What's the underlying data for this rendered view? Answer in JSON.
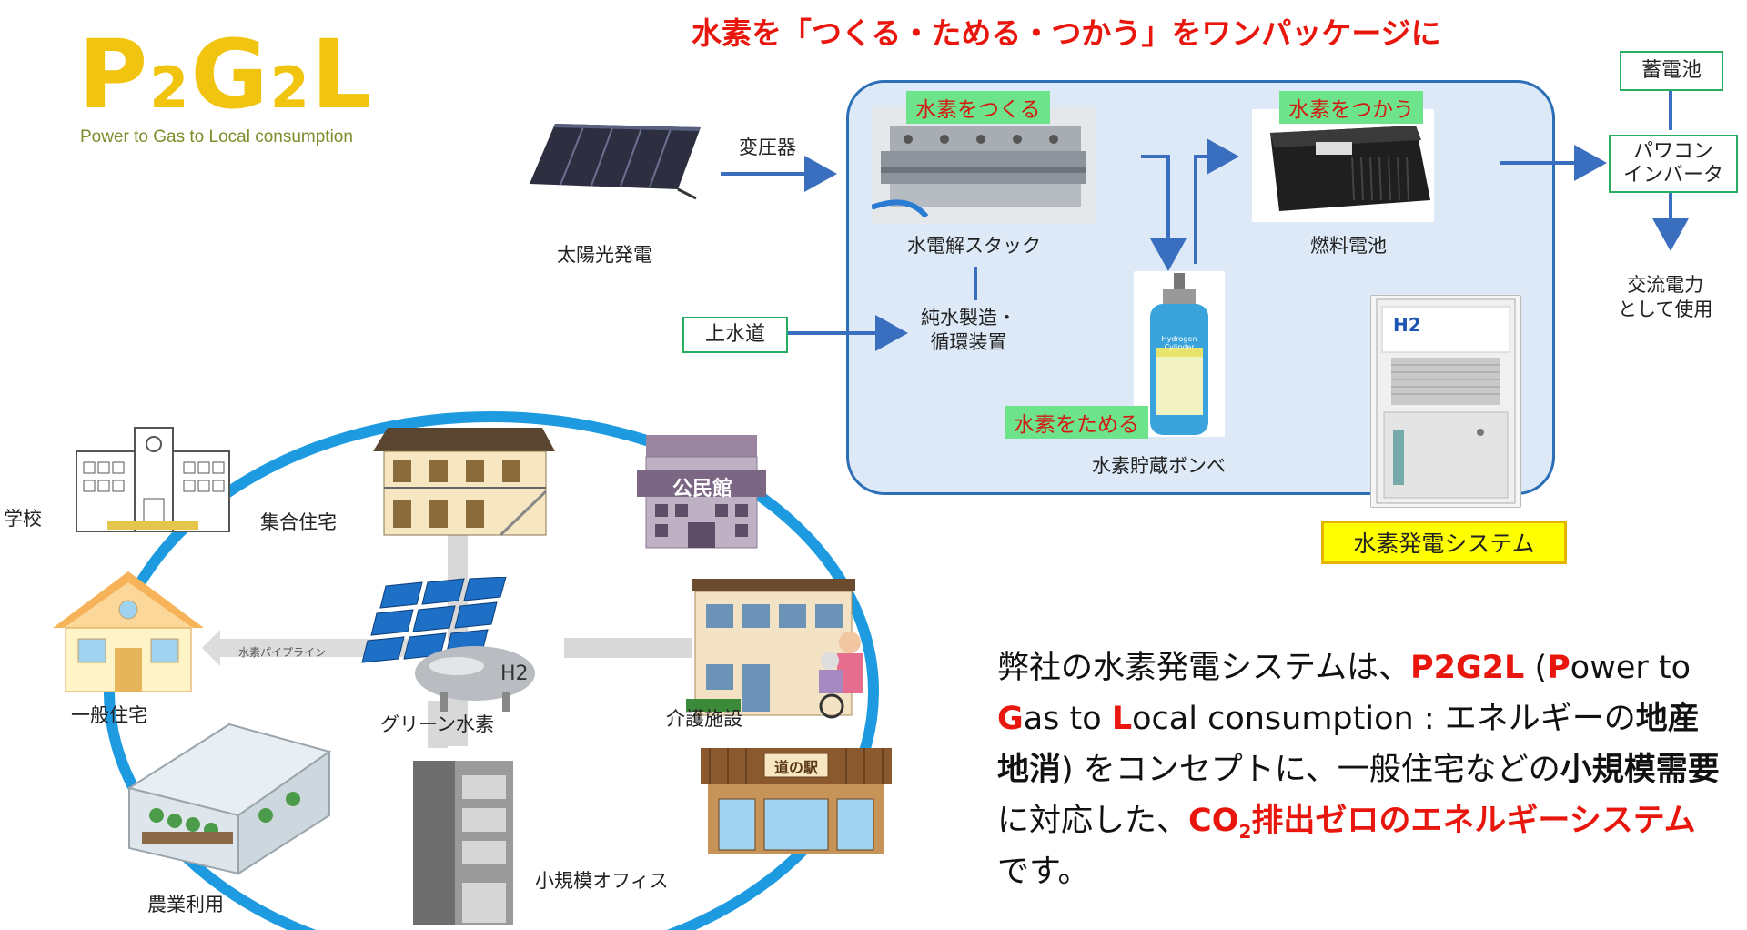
{
  "logo": {
    "main_p": "P",
    "main_2a": "2",
    "main_g": "G",
    "main_2b": "2",
    "main_l": "L",
    "tagline": "Power to Gas to Local consumption"
  },
  "headline": "水素を「つくる・ためる・つかう」をワンパッケージに",
  "top_flow": {
    "solar_label": "太陽光発電",
    "transformer_label": "変圧器",
    "tap_water": "上水道",
    "pure_water_line1": "純水製造・",
    "pure_water_line2": "循環装置",
    "electrolysis_tag": "水素をつくる",
    "electrolysis_label": "水電解スタック",
    "store_tag": "水素をためる",
    "tank_label": "水素貯蔵ボンベ",
    "tank_photo_text": "Hydrogen Cylinder",
    "use_tag": "水素をつかう",
    "fuelcell_label": "燃料電池",
    "system_label": "水素発電システム",
    "system_photo_h2": "H2",
    "battery": "蓄電池",
    "inverter_line1": "パワコン",
    "inverter_line2": "インバータ",
    "ac_line1": "交流電力",
    "ac_line2": "として使用"
  },
  "community": {
    "school": "学校",
    "apartment": "集合住宅",
    "community_hall": "公民館",
    "house": "一般住宅",
    "pipeline": "水素パイプライン",
    "green_h2": "グリーン水素",
    "tank_h2": "H2",
    "nursing": "介護施設",
    "roadside_station": "道の駅",
    "office": "小規模オフィス",
    "agriculture": "農業利用"
  },
  "description": {
    "p1": "弊社の水素発電システムは、",
    "p2": "P2G2L",
    "p3": " (",
    "p4": "P",
    "p5": "ower to ",
    "p6": "G",
    "p7": "as to ",
    "p8": "L",
    "p9": "ocal consumption : エネルギーの",
    "p10": "地産地消",
    "p11": ") をコンセプトに、一般住宅などの",
    "p12": "小規模需要",
    "p13": "に対応した、",
    "p14": "CO",
    "p15": "2",
    "p16": "排出ゼロのエネルギーシステム",
    "p17": "です。"
  },
  "colors": {
    "accent_red": "#e8160c",
    "panel_blue": "#2c6fb7",
    "panel_fill": "#dde9f7",
    "tag_green": "#6de38b",
    "logo_yellow": "#f1c40f"
  }
}
